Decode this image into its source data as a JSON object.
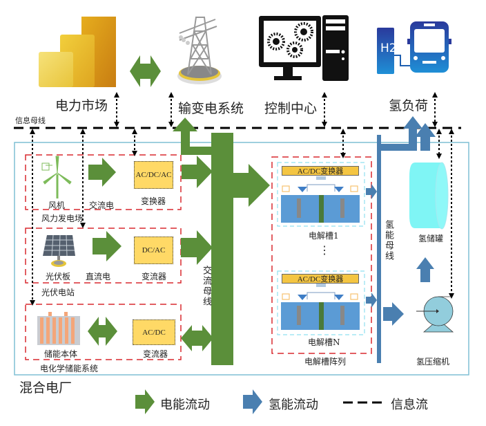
{
  "top": {
    "power_market": "电力市场",
    "transmission_system": "输变电系统",
    "control_center": "控制中心",
    "hydrogen_load": "氢负荷",
    "h2_label": "H2"
  },
  "info_bus_label": "信息母线",
  "plant_label": "混合电厂",
  "wind": {
    "source": "风机",
    "current": "交流电",
    "converter": "AC/DC/AC",
    "converter_label": "变换器",
    "group": "风力发电场"
  },
  "pv": {
    "source": "光伏板",
    "current": "直流电",
    "converter": "DC/AC",
    "converter_label": "变流器",
    "group": "光伏电站"
  },
  "storage": {
    "source": "储能本体",
    "converter": "AC/DC",
    "converter_label": "变流器",
    "group": "电化学储能系统"
  },
  "ac_bus_label": "交流母线",
  "electrolyzer": {
    "converter": "AC/DC变换器",
    "cell_1": "电解槽1",
    "cell_n": "电解槽N",
    "ellipsis": "⋮",
    "array": "电解槽阵列"
  },
  "h2_bus_label": "氢能母线",
  "h2_tank_label": "氢储罐",
  "h2_compressor_label": "氢压缩机",
  "legend": {
    "electric": "电能流动",
    "hydrogen": "氢能流动",
    "info": "信息流"
  },
  "colors": {
    "electric_green": "#5b8f3a",
    "hydrogen_blue": "#4a7fb0",
    "converter_yellow": "#ffd966",
    "group_border_red": "#d9282f",
    "plant_border": "#7fbfd4",
    "tank_cyan": "#7ff5f5",
    "compressor": "#92cddc"
  }
}
